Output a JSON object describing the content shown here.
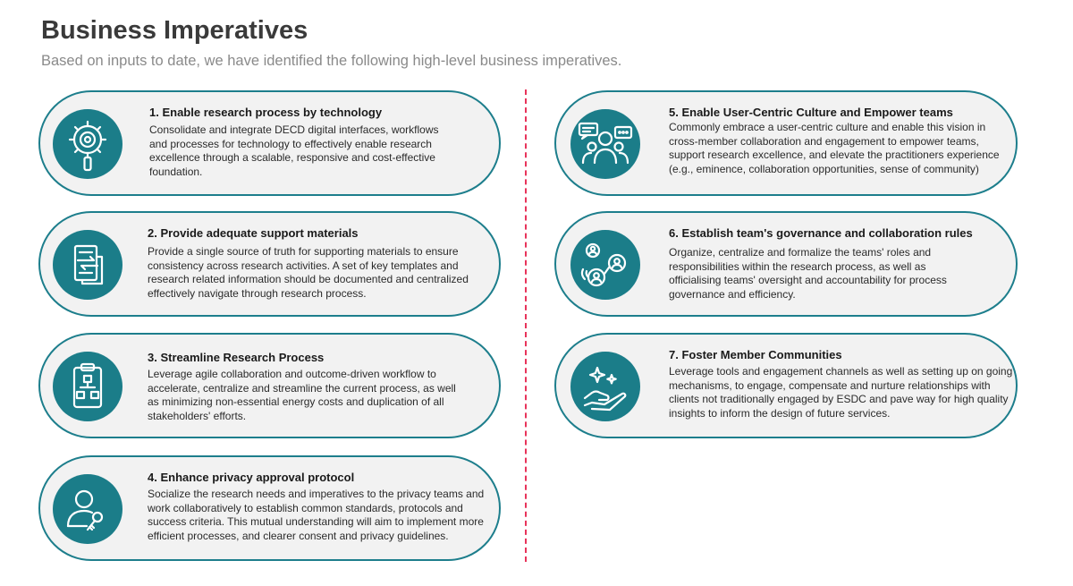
{
  "header": {
    "title": "Business Imperatives",
    "subtitle": "Based on inputs to date, we have identified the following high-level business imperatives."
  },
  "colors": {
    "accent": "#1b7d89",
    "border": "#1d7e8c",
    "divider": "#e8335a",
    "card_bg": "#f2f2f2"
  },
  "cards": [
    {
      "icon": "gear-magnifier-icon",
      "title": "1. Enable research process by technology",
      "body": "Consolidate and integrate DECD digital interfaces, workflows and processes for technology to effectively enable research excellence through a scalable, responsive and cost-effective foundation."
    },
    {
      "icon": "document-transfer-icon",
      "title": "2. Provide adequate support materials",
      "body": "Provide a single source of truth for supporting materials to ensure consistency across research activities. A set of key templates and research related information should be documented and centralized effectively navigate through research process."
    },
    {
      "icon": "clipboard-workflow-icon",
      "title": "3. Streamline Research Process",
      "body": "Leverage agile collaboration and outcome-driven workflow to accelerate, centralize and streamline the current process, as well as minimizing non-essential energy costs and duplication of all stakeholders' efforts."
    },
    {
      "icon": "user-key-icon",
      "title": "4. Enhance privacy approval protocol",
      "body": "Socialize the research needs and imperatives to the privacy teams and work collaboratively to establish common standards, protocols and success criteria. This mutual understanding will aim to implement more efficient processes, and clearer consent and privacy guidelines."
    },
    {
      "icon": "team-chat-icon",
      "title": "5. Enable User-Centric Culture and Empower teams",
      "body": "Commonly embrace a user-centric culture and enable this vision in cross-member collaboration and engagement to empower teams, support research excellence, and elevate the practitioners experience (e.g., eminence, collaboration opportunities, sense of community)"
    },
    {
      "icon": "people-network-icon",
      "title": "6. Establish team's governance and collaboration rules",
      "body": "Organize, centralize and formalize the teams' roles and responsibilities within the research process, as well as officialising teams' oversight and accountability for process governance and efficiency."
    },
    {
      "icon": "hand-sparkle-icon",
      "title": "7. Foster Member Communities",
      "body": "Leverage tools and engagement channels as well as setting up on going mechanisms, to engage, compensate and nurture relationships with clients not traditionally engaged by ESDC and pave way for high quality insights to inform the design of future services."
    }
  ]
}
